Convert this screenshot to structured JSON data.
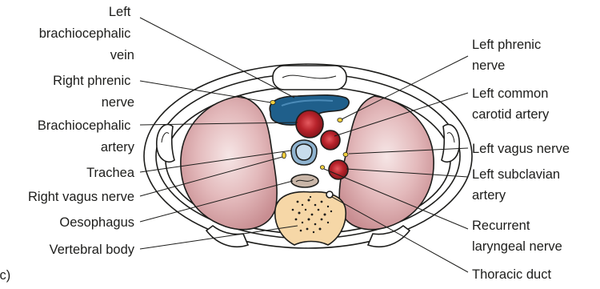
{
  "panel_label": "(c)",
  "labels": {
    "left_brachiocephalic_vein": [
      "Left",
      "brachiocephalic",
      "vein"
    ],
    "right_phrenic_nerve": [
      "Right phrenic",
      "nerve"
    ],
    "brachiocephalic_artery": [
      "Brachiocephalic",
      "artery"
    ],
    "trachea": [
      "Trachea"
    ],
    "right_vagus_nerve": [
      "Right vagus nerve"
    ],
    "oesophagus": [
      "Oesophagus"
    ],
    "vertebral_body": [
      "Vertebral body"
    ],
    "left_phrenic_nerve": [
      "Left phrenic",
      "nerve"
    ],
    "left_common_carotid_artery": [
      "Left common",
      "carotid artery"
    ],
    "left_vagus_nerve": [
      "Left vagus nerve"
    ],
    "left_subclavian_artery": [
      "Left subclavian",
      "artery"
    ],
    "recurrent_laryngeal_nerve": [
      "Recurrent",
      "laryngeal nerve"
    ],
    "thoracic_duct": [
      "Thoracic duct"
    ]
  },
  "colors": {
    "vein": "#1f5f8b",
    "artery": "#b8232b",
    "nerve": "#f3d03e",
    "lung": "#d7a3a6",
    "trachea": "#8fb3cf",
    "oesophagus": "#c9b6a8",
    "vertebra": "#f6d7a7"
  }
}
